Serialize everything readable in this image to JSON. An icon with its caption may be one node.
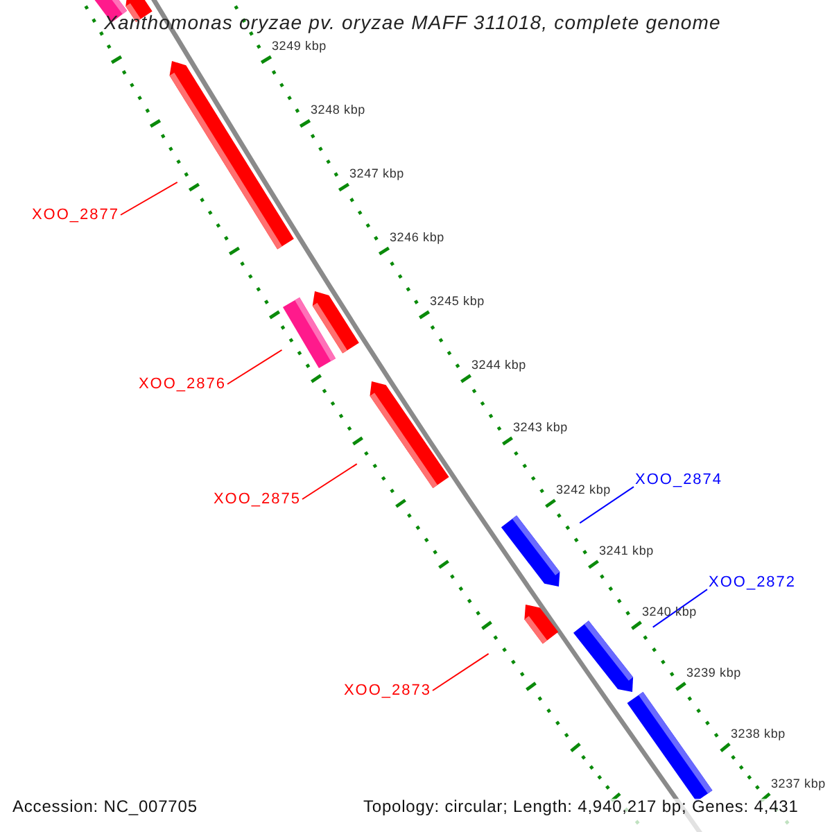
{
  "diagram": {
    "title": "Xanthomonas oryzae pv. oryzae MAFF 311018, complete genome",
    "nodes": [
      {
        "text": [],
        "shape": "bar"
      },
      {
        "text": [],
        "shape": "bar"
      },
      {
        "text": [
          "XOO_2877"
        ]
      },
      {
        "text": [],
        "shape": "bar"
      },
      {
        "text": [
          "XOO_2876"
        ]
      },
      {
        "text": [],
        "shape": "bar"
      },
      {
        "text": [],
        "shape": "bar"
      },
      {
        "text": [
          "XOO_2875"
        ]
      },
      {
        "text": [],
        "shape": "bar"
      },
      {
        "text": [
          "XOO_2874"
        ]
      },
      {
        "text": [],
        "shape": "bar"
      },
      {
        "text": [
          "XOO_2872"
        ]
      },
      {
        "text": [],
        "shape": "bar"
      },
      {
        "text": [],
        "shape": "bar"
      },
      {
        "text": [
          "XOO_2873"
        ]
      },
      {
        "text": [],
        "shape": "bar"
      }
    ],
    "edges": [
      {
        "from": 2,
        "to": 3,
        "arrow": "none"
      },
      {
        "from": 4,
        "to": 5,
        "arrow": "none"
      },
      {
        "from": 7,
        "to": 8,
        "arrow": "none"
      },
      {
        "from": 9,
        "to": 10,
        "arrow": "none",
        "color": "#0000ff"
      },
      {
        "from": 11,
        "to": 13,
        "arrow": "none",
        "color": "#0000ff"
      },
      {
        "from": 14,
        "to": 12,
        "arrow": "none"
      }
    ],
    "labels": [
      "3249 kbp",
      "3248 kbp",
      "3247 kbp",
      "3246 kbp",
      "3245 kbp",
      "3244 kbp",
      "3243 kbp",
      "3242 kbp",
      "3241 kbp",
      "3240 kbp",
      "3239 kbp",
      "3238 kbp",
      "3237 kbp",
      "Accession: NC_007705",
      "Topology: circular; Length: 4,940,217 bp; Genes: 4,431"
    ]
  }
}
